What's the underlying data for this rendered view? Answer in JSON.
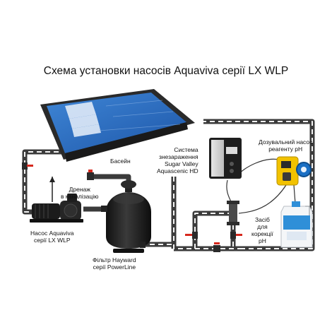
{
  "title": "Схема установки насосів Aquaviva серії LX WLP",
  "labels": {
    "pool": "Басейн",
    "disinfection": [
      "Система",
      "знезараження",
      "Sugar Valley",
      "Aquascenic HD"
    ],
    "dosing_pump": [
      "Дозувальний насос",
      "реагенту pH"
    ],
    "drain": [
      "Дренаж",
      "в каналізацію"
    ],
    "pump": [
      "Насос Aquaviva",
      "серії LX WLP"
    ],
    "filter": [
      "Фільтр Hayward",
      "серії PowerLine"
    ],
    "ph_agent": [
      "Засіб",
      "для",
      "корекції",
      "pH"
    ]
  },
  "colors": {
    "pipe": "#3b3b3b",
    "pool_water": "#1f5fb4",
    "pool_frame": "#2a2a2a",
    "valve": "#d6281d",
    "dosing_pump_body": "#f2c200",
    "dosing_pump_head": "#1a6fc4",
    "ph_label": "#2f8fd8"
  },
  "icons": [
    "pool",
    "pump",
    "filter",
    "disinfection-controller",
    "dosing-pump",
    "ph-canister",
    "valve",
    "drain-arrow"
  ]
}
